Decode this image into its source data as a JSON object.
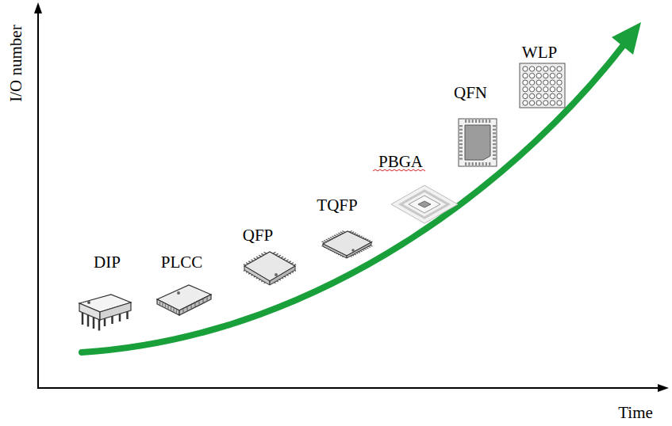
{
  "diagram": {
    "labels": [
      "I/O number",
      "Time",
      "DIP",
      "PLCC",
      "QFP",
      "TQFP",
      "PBGA",
      "QFN",
      "WLP"
    ]
  }
}
